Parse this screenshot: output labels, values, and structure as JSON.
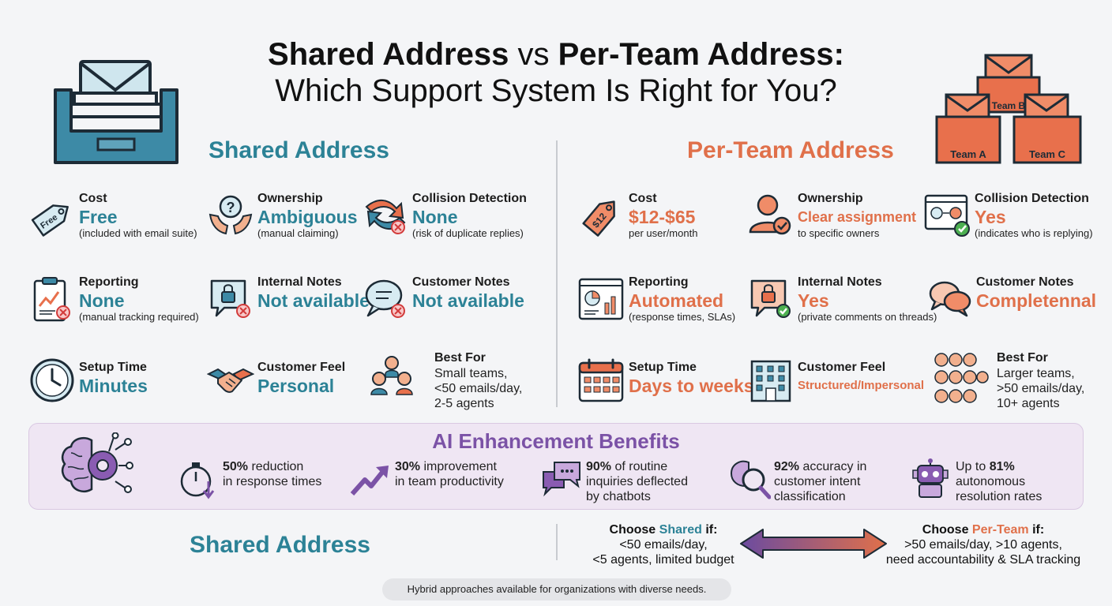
{
  "header": {
    "title_left": "Shared Address",
    "title_vs": "vs",
    "title_right": "Per-Team Address:",
    "subtitle": "Which Support System Is Right for You?"
  },
  "shared": {
    "heading": "Shared Address",
    "color": "#2c8296",
    "cost": {
      "label": "Cost",
      "value": "Free",
      "note": "(included with email suite)",
      "tag_text": "Free"
    },
    "ownership": {
      "label": "Ownership",
      "value": "Ambiguous",
      "note": "(manual claiming)"
    },
    "collision": {
      "label": "Collision Detection",
      "value": "None",
      "note": "(risk of duplicate replies)"
    },
    "reporting": {
      "label": "Reporting",
      "value": "None",
      "note": "(manual tracking required)"
    },
    "internal_notes": {
      "label": "Internal Notes",
      "value": "Not available"
    },
    "customer_notes": {
      "label": "Customer Notes",
      "value": "Not available"
    },
    "setup": {
      "label": "Setup Time",
      "value": "Minutes"
    },
    "feel": {
      "label": "Customer Feel",
      "value": "Personal"
    },
    "best_for": {
      "label": "Best For",
      "lines": [
        "Small teams,",
        "<50 emails/day,",
        "2-5 agents"
      ]
    }
  },
  "perteam": {
    "heading": "Per-Team Address",
    "color": "#e0704a",
    "hero_labels": [
      "Team B",
      "Team A",
      "Team C"
    ],
    "cost": {
      "label": "Cost",
      "value": "$12-$65",
      "note": "per user/month",
      "tag_text": "$12"
    },
    "ownership": {
      "label": "Ownership",
      "value": "Clear assignment",
      "note": "to specific owners"
    },
    "collision": {
      "label": "Collision Detection",
      "value": "Yes",
      "note": "(indicates who is replying)"
    },
    "reporting": {
      "label": "Reporting",
      "value": "Automated",
      "note": "(response times, SLAs)"
    },
    "internal_notes": {
      "label": "Internal Notes",
      "value": "Yes",
      "note": "(private comments on threads)"
    },
    "customer_notes": {
      "label": "Customer Notes",
      "value": "Completennal"
    },
    "setup": {
      "label": "Setup Time",
      "value": "Days to weeks"
    },
    "feel": {
      "label": "Customer Feel",
      "value": "Structured/Impersonal"
    },
    "best_for": {
      "label": "Best For",
      "lines": [
        "Larger teams,",
        ">50 emails/day,",
        "10+ agents"
      ]
    }
  },
  "ai": {
    "title": "AI Enhancement Benefits",
    "color": "#7b52a6",
    "items": [
      {
        "bold": "50%",
        "rest": " reduction",
        "line2": "in response times",
        "line3": ""
      },
      {
        "bold": "30%",
        "rest": " improvement",
        "line2": "in team productivity",
        "line3": ""
      },
      {
        "bold": "90%",
        "rest": " of routine",
        "line2": "inquiries deflected",
        "line3": "by chatbots"
      },
      {
        "bold": "92%",
        "rest": " accuracy in",
        "line2": "customer intent",
        "line3": "classification"
      },
      {
        "bold": "81%",
        "pre": "Up to ",
        "rest": "",
        "line2": "autonomous",
        "line3": "resolution rates"
      }
    ]
  },
  "bottom": {
    "left_heading": "Shared Address",
    "choose_shared": {
      "pre": "Choose ",
      "key": "Shared",
      "post": " if:",
      "line2": "<50 emails/day,",
      "line3": "<5 agents, limited budget"
    },
    "choose_team": {
      "pre": "Choose ",
      "key": "Per-Team",
      "post": " if:",
      "line2": ">50 emails/day, >10 agents,",
      "line3": "need accountability & SLA tracking"
    },
    "footnote": "Hybrid approaches available for organizations with diverse needs."
  }
}
